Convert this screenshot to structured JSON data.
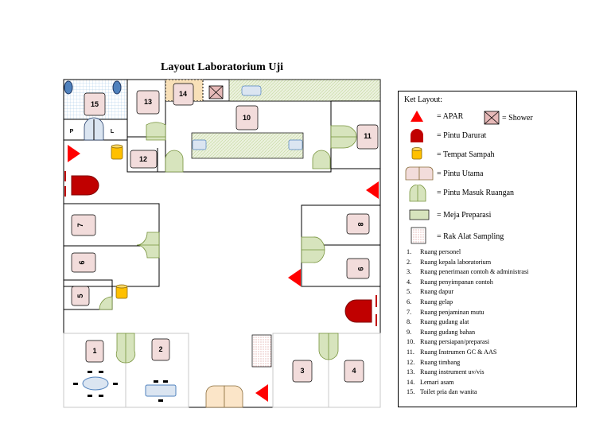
{
  "title": "Layout Laboratorium Uji",
  "colors": {
    "room_label_fill": "#f2dcdb",
    "door_fill": "#d7e4bd",
    "table_fill": "#ebf1de",
    "apar": "#ff0000",
    "emergency_door": "#c00000",
    "trash_bin": "#ffc000",
    "fixture_blue": "#dbe5f1",
    "lemari_fill": "#f8e0b8",
    "toilet_blue": "#4f81bd"
  },
  "rooms": [
    {
      "number": "1",
      "rotated": false
    },
    {
      "number": "2",
      "rotated": false
    },
    {
      "number": "3",
      "rotated": false
    },
    {
      "number": "4",
      "rotated": false
    },
    {
      "number": "5",
      "rotated": true
    },
    {
      "number": "6",
      "rotated": true
    },
    {
      "number": "7",
      "rotated": true
    },
    {
      "number": "8",
      "rotated": true
    },
    {
      "number": "9",
      "rotated": true
    },
    {
      "number": "10",
      "rotated": false
    },
    {
      "number": "11",
      "rotated": false
    },
    {
      "number": "12",
      "rotated": false
    },
    {
      "number": "13",
      "rotated": false
    },
    {
      "number": "14",
      "rotated": false
    },
    {
      "number": "15",
      "rotated": false
    }
  ],
  "toilet_labels": {
    "men": "P",
    "women": "L"
  },
  "legend": {
    "title": "Ket Layout:",
    "apar": "= APAR",
    "shower": "= Shower",
    "emergency_door": "= Pintu Darurat",
    "trash": "= Tempat Sampah",
    "main_door": "= Pintu Utama",
    "room_door": "= Pintu Masuk Ruangan",
    "prep_table": "= Meja Preparasi",
    "sampling_rack": "= Rak Alat Sampling",
    "rooms": [
      {
        "num": "1.",
        "name": "Ruang personel"
      },
      {
        "num": "2.",
        "name": "Ruang kepala laboratorium"
      },
      {
        "num": "3.",
        "name": "Ruang penerimaan contoh & administrasi"
      },
      {
        "num": "4.",
        "name": "Ruang penyimpanan contoh"
      },
      {
        "num": "5.",
        "name": "Ruang dapur"
      },
      {
        "num": "6.",
        "name": "Ruang gelap"
      },
      {
        "num": "7.",
        "name": "Ruang penjaminan mutu"
      },
      {
        "num": "8.",
        "name": "Ruang gudang alat"
      },
      {
        "num": "9.",
        "name": "Ruang gudang bahan"
      },
      {
        "num": "10.",
        "name": "Ruang persiapan/preparasi"
      },
      {
        "num": "11.",
        "name": "Ruang Instrumen GC & AAS"
      },
      {
        "num": "12.",
        "name": "Ruang timbang"
      },
      {
        "num": "13.",
        "name": "Ruang instrument uv/vis"
      },
      {
        "num": "14.",
        "name": "Lemari asam"
      },
      {
        "num": "15.",
        "name": "Toilet pria dan wanita"
      }
    ]
  }
}
